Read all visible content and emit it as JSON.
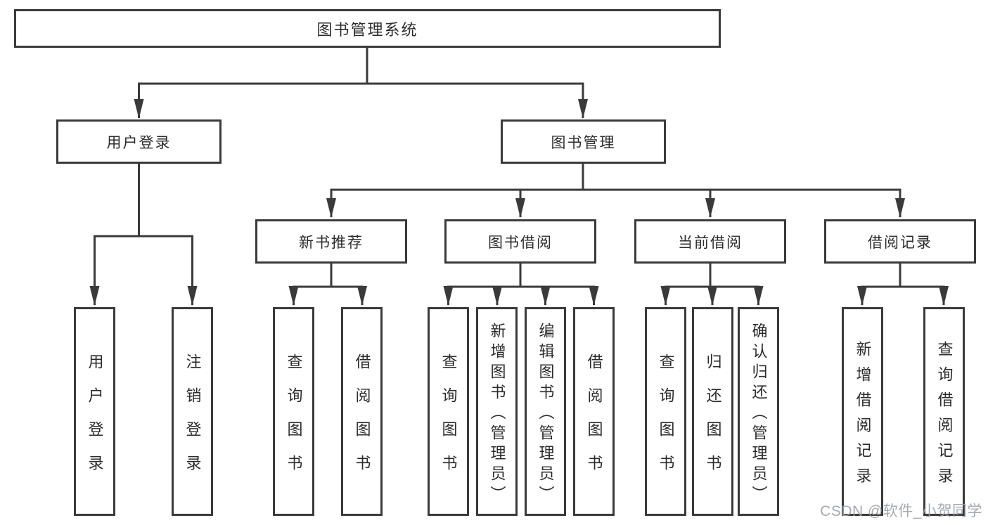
{
  "diagram_title": "图书管理系统",
  "tree": {
    "label": "图书管理系统",
    "children": [
      {
        "label": "用户登录",
        "children": [
          {
            "label": "用户登录"
          },
          {
            "label": "注销登录"
          }
        ]
      },
      {
        "label": "图书管理",
        "children": [
          {
            "label": "新书推荐",
            "children": [
              {
                "label": "查询图书"
              },
              {
                "label": "借阅图书"
              }
            ]
          },
          {
            "label": "图书借阅",
            "children": [
              {
                "label": "查询图书"
              },
              {
                "label": "新增图书（管理员）"
              },
              {
                "label": "编辑图书（管理员）"
              },
              {
                "label": "借阅图书"
              }
            ]
          },
          {
            "label": "当前借阅",
            "children": [
              {
                "label": "查询图书"
              },
              {
                "label": "归还图书"
              },
              {
                "label": "确认归还（管理员）"
              }
            ]
          },
          {
            "label": "借阅记录",
            "children": [
              {
                "label": "新增借阅记录"
              },
              {
                "label": "查询借阅记录"
              }
            ]
          }
        ]
      }
    ]
  },
  "watermark": {
    "text": "CSDN @软件_小贺同学",
    "color": "#9aa1a8"
  },
  "colors": {
    "line": "#3a3a3a",
    "box_border": "#3a3a3a",
    "text": "#2b2b2b",
    "background": "#ffffff"
  }
}
